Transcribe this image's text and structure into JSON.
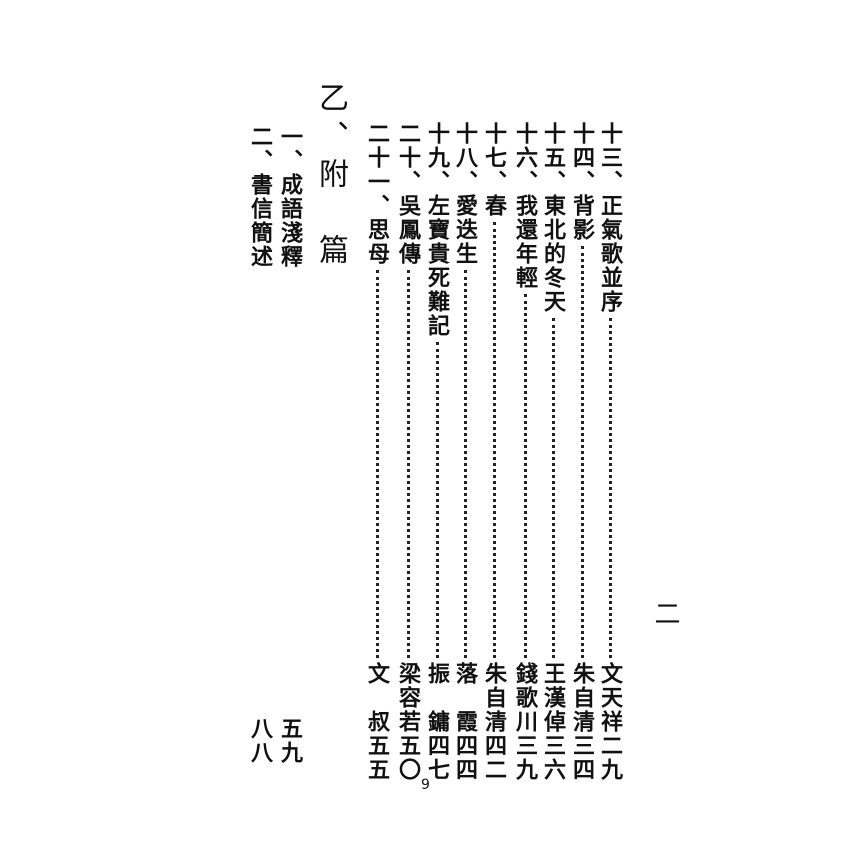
{
  "page_marker": "二",
  "page_number": "9",
  "section_b": {
    "title": "乙、附　篇"
  },
  "entries": [
    {
      "title": "十三、正氣歌並序",
      "author": "文天祥",
      "page": "二九"
    },
    {
      "title": "十四、背影",
      "author": "朱自清",
      "page": "三四"
    },
    {
      "title": "十五、東北的冬天",
      "author": "王漢倬",
      "page": "三六"
    },
    {
      "title": "十六、我還年輕",
      "author": "錢歌川",
      "page": "三九"
    },
    {
      "title": "十七、春",
      "author": "朱自清",
      "page": "四二"
    },
    {
      "title": "十八、愛迭生",
      "author": "落　霞",
      "page": "四四"
    },
    {
      "title": "十九、左寶貴死難記",
      "author": "振　鏞",
      "page": "四七"
    },
    {
      "title": "二十、吳鳳傳",
      "author": "梁容若",
      "page": "五〇"
    },
    {
      "title": "二十一、思母",
      "author": "文　叔",
      "page": "五五"
    }
  ],
  "appendix": [
    {
      "title": "一、成語淺釋",
      "page": "五九"
    },
    {
      "title": "二、書信簡述",
      "page": "八八"
    }
  ]
}
